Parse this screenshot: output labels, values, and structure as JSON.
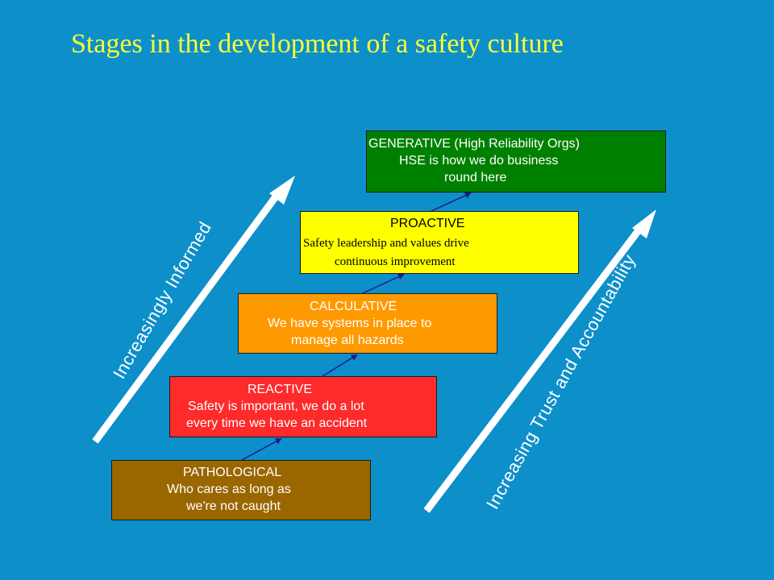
{
  "title": "Stages in the development of a safety culture",
  "stages": {
    "pathological": {
      "line1": "PATHOLOGICAL",
      "line2": "Who cares as long as",
      "line3": "we're not caught"
    },
    "reactive": {
      "line1": "REACTIVE",
      "line2": "Safety is important, we do a lot",
      "line3": "every time we have an accident"
    },
    "calculative": {
      "line1": "CALCULATIVE",
      "line2": "We have systems in place to",
      "line3": "manage all hazards"
    },
    "proactive": {
      "line1": "PROACTIVE",
      "line2": "Safety leadership and values drive",
      "line3": "continuous improvement"
    },
    "generative": {
      "line1": "GENERATIVE   (High Reliability Orgs)",
      "line2": "HSE is how we do business",
      "line3": "round here"
    }
  },
  "arrows": {
    "left_label": "Increasingly Informed",
    "right_label": "Increasing Trust and Accountability"
  },
  "colors": {
    "background": "#0d8fca",
    "title": "#ffff33",
    "pathological": "#996600",
    "reactive": "#ff2a2a",
    "calculative": "#ff9900",
    "proactive": "#ffff00",
    "generative": "#008000",
    "connector": "#1a1a8c",
    "big_arrow": "#ffffff"
  }
}
